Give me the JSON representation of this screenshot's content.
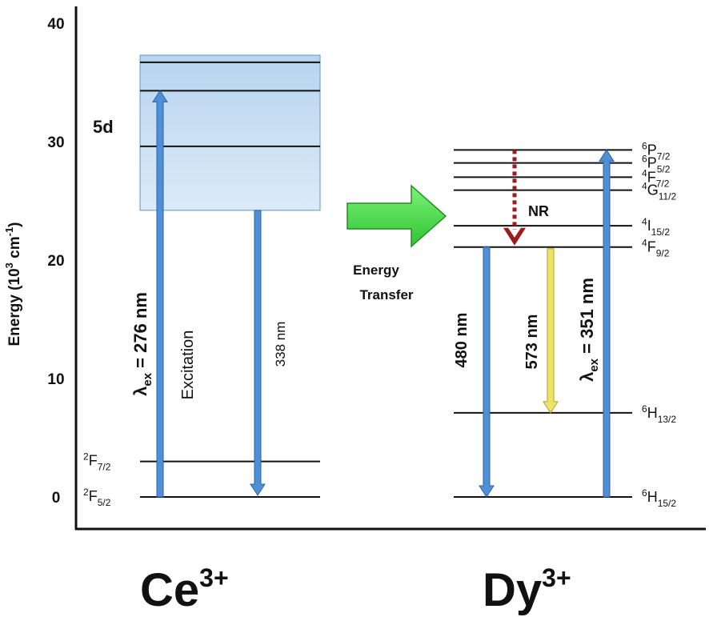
{
  "axis": {
    "ylabel": "Energy (10",
    "ylabel_sup": "3",
    "ylabel_mid": " cm",
    "ylabel_sup2": "-1",
    "ylabel_end": ")",
    "ticks": [
      "0",
      "10",
      "20",
      "30",
      "40"
    ],
    "tick_values": [
      0,
      10,
      20,
      30,
      40
    ]
  },
  "ions": {
    "ce": {
      "base": "Ce",
      "charge": "3+"
    },
    "dy": {
      "base": "Dy",
      "charge": "3+"
    }
  },
  "ce_levels": {
    "band_label": "5d",
    "band_range": [
      24.2,
      37.3
    ],
    "band_lines": [
      36.7,
      34.3,
      29.6
    ],
    "ground": {
      "energy": 0,
      "base": "F",
      "sup": "2",
      "sub": "5/2"
    },
    "excited": {
      "energy": 3.0,
      "base": "F",
      "sup": "2",
      "sub": "7/2"
    }
  },
  "ce_transitions": {
    "excitation": {
      "lambda": "λ",
      "sub": "ex",
      "value": " = 276 nm",
      "from": 0,
      "to": 34.3
    },
    "excitation_word": "Excitation",
    "emission": {
      "label": "338 nm",
      "from": 24.2,
      "to": 0
    }
  },
  "energy_transfer": {
    "line1": "Energy",
    "line2": "Transfer"
  },
  "dy_levels": [
    {
      "energy": 29.3,
      "base": "P",
      "sup": "6",
      "sub": "7/2"
    },
    {
      "energy": 28.2,
      "base": "P",
      "sup": "6",
      "sub": "5/2"
    },
    {
      "energy": 27.0,
      "base": "F",
      "sup": "4",
      "sub": "7/2"
    },
    {
      "energy": 25.9,
      "base": "G",
      "sup": "4",
      "sub": "11/2"
    },
    {
      "energy": 22.9,
      "base": "I",
      "sup": "4",
      "sub": "15/2"
    },
    {
      "energy": 21.1,
      "base": "F",
      "sup": "4",
      "sub": "9/2"
    },
    {
      "energy": 7.1,
      "base": "H",
      "sup": "6",
      "sub": "13/2"
    },
    {
      "energy": 0,
      "base": "H",
      "sup": "6",
      "sub": "15/2"
    }
  ],
  "dy_transitions": {
    "nr": {
      "label": "NR",
      "from": 29.3,
      "to": 21.1
    },
    "blue_emission": {
      "label": "480 nm",
      "from": 21.1,
      "to": 0
    },
    "yellow_emission": {
      "label": "573 nm",
      "from": 21.1,
      "to": 7.1
    },
    "excitation": {
      "lambda": "λ",
      "sub": "ex",
      "value": " = 351 nm",
      "from": 0,
      "to": 29.3
    }
  },
  "colors": {
    "band_fill": "#cfe3f5",
    "band_stroke": "#5f95c9",
    "arrow_blue": "#4f8fd6",
    "arrow_blue_dark": "#2c62a8",
    "arrow_yellow": "#ece46a",
    "arrow_yellow_dark": "#b8a11f",
    "nr_red": "#9e1b1b",
    "excitation_text": "#8b1a1a",
    "transfer_green": "#3bd33b",
    "transfer_green_dark": "#1f8f1f"
  }
}
